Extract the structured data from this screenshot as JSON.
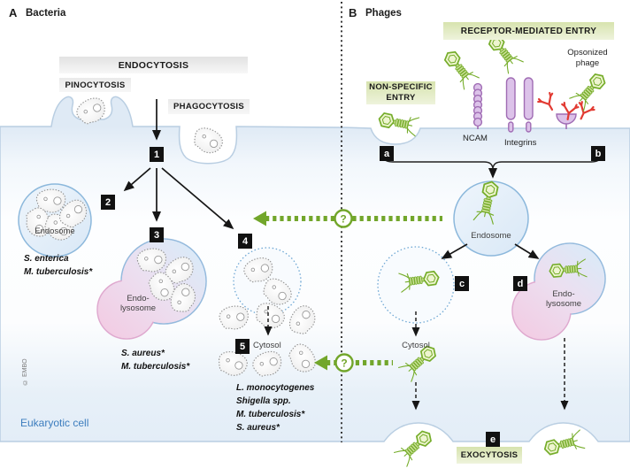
{
  "panel_a": {
    "letter": "A",
    "title": "Bacteria"
  },
  "panel_b": {
    "letter": "B",
    "title": "Phages"
  },
  "labels": {
    "endocytosis": "ENDOCYTOSIS",
    "pinocytosis": "PINOCYTOSIS",
    "phagocytosis": "PHAGOCYTOSIS",
    "receptor_entry": "RECEPTOR-MEDIATED ENTRY",
    "nonspecific_1": "NON-SPECIFIC",
    "nonspecific_2": "ENTRY",
    "exocytosis": "EXOCYTOSIS",
    "ncam": "NCAM",
    "integrins": "Integrins",
    "opsonized_1": "Opsonized",
    "opsonized_2": "phage",
    "endosome_left": "Endosome",
    "endosome_right": "Endosome",
    "endolysosome_1": "Endo-",
    "endolysosome_2": "lysosome",
    "cytosol_left": "Cytosol",
    "cytosol_right": "Cytosol",
    "eukaryotic_cell": "Eukaryotic cell",
    "credit": "© EMBO",
    "question_mark": "?"
  },
  "steps": {
    "numbers": [
      "1",
      "2",
      "3",
      "4",
      "5"
    ],
    "letters": [
      "a",
      "b",
      "c",
      "d",
      "e"
    ]
  },
  "species": {
    "endosome": [
      "S. enterica",
      "M. tuberculosis*"
    ],
    "endolysosome": [
      "S. aureus*",
      "M. tuberculosis*"
    ],
    "cytosol": [
      "L. monocytogenes",
      "Shigella spp.",
      "M. tuberculosis*",
      "S. aureus*"
    ]
  },
  "colors": {
    "phage-green": "#76ad2b",
    "arrow-green": "#72a62b",
    "banner-green-a": "#d7e3ae",
    "banner-green-b": "#eef3dc",
    "receptor-purple": "#a06cb4",
    "receptor-purple-fill": "#dcc2e9",
    "antibody-red": "#e23b33",
    "membrane-blue": "#b9cee2",
    "endosome-stroke": "#8cb8dc",
    "cell-text-blue": "#3c7dbe",
    "box-black": "#111111"
  }
}
